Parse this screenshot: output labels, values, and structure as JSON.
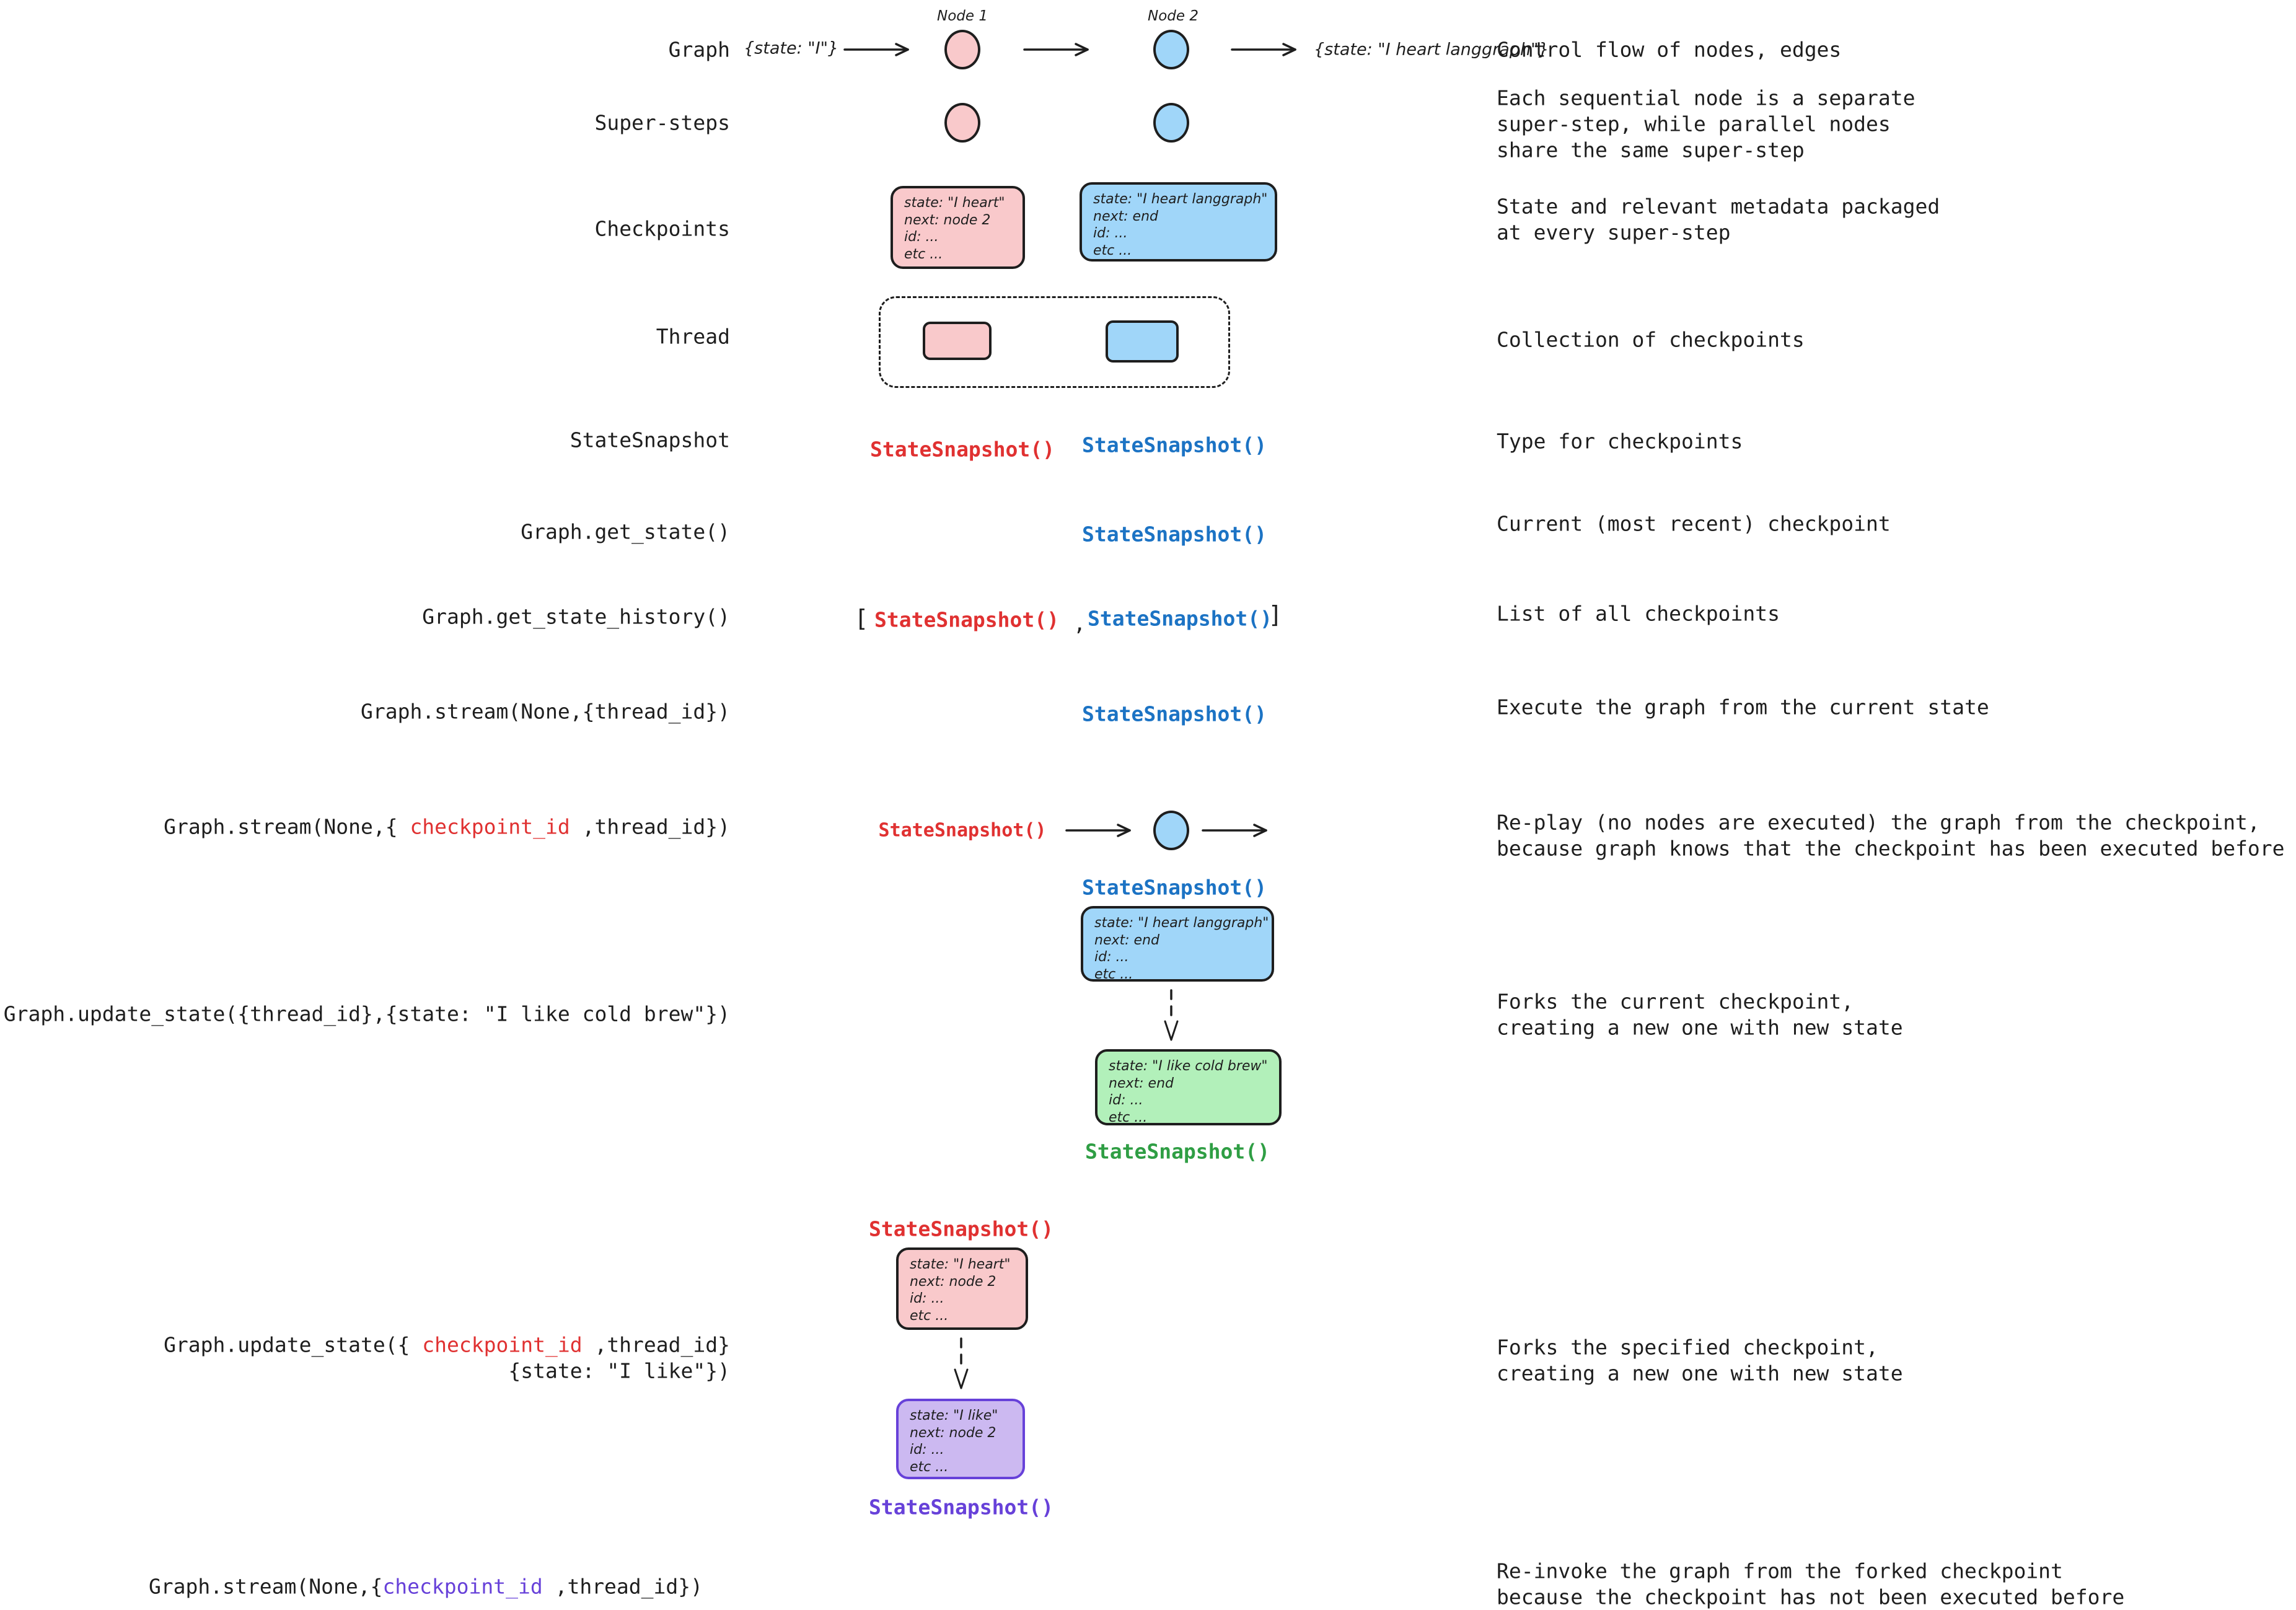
{
  "palette": {
    "ink": "#1e1e1e",
    "red": "#e03131",
    "blue": "#1c73c4",
    "green": "#2f9e44",
    "violet": "#6741d9",
    "pink_fill": "#f9c9cb",
    "blue_fill": "#a0d6f9",
    "green_fill": "#b2f0ba",
    "violet_fill": "#ccb9f1"
  },
  "diagram": {
    "graph": {
      "label": "Graph",
      "node1": "Node 1",
      "node2": "Node 2",
      "input_state": "{state: \"I\"}",
      "output_state": "{state: \"I heart langgraph\"}",
      "desc": "Control flow of nodes, edges"
    },
    "super_steps": {
      "label": "Super-steps",
      "desc1": "Each sequential node is a separate",
      "desc2": "super-step, while parallel nodes",
      "desc3": "share the same super-step"
    },
    "checkpoints": {
      "label": "Checkpoints",
      "pink": {
        "l1": "state: \"I heart\"",
        "l2": "next: node 2",
        "l3": "id: ...",
        "l4": "etc ..."
      },
      "blue": {
        "l1": "state: \"I heart langgraph\"",
        "l2": "next: end",
        "l3": "id: ...",
        "l4": "etc ..."
      },
      "desc1": "State and relevant metadata packaged",
      "desc2": "at every super-step"
    },
    "thread": {
      "label": "Thread",
      "desc": "Collection of checkpoints"
    },
    "state_snapshot": {
      "label": "StateSnapshot",
      "red_call": "StateSnapshot()",
      "blue_call": "StateSnapshot()",
      "desc": "Type for checkpoints"
    },
    "get_state": {
      "label": "Graph.get_state()",
      "call": "StateSnapshot()",
      "desc": "Current (most recent) checkpoint"
    },
    "get_state_history": {
      "label": "Graph.get_state_history()",
      "open": "[",
      "red_call": "StateSnapshot()",
      "comma": ",",
      "blue_call": "StateSnapshot()",
      "close": "]",
      "desc": "List of all checkpoints"
    },
    "stream_none": {
      "label": "Graph.stream(None,{thread_id})",
      "call": "StateSnapshot()",
      "desc": "Execute the graph from the current state"
    },
    "stream_replay": {
      "label_pre": "Graph.stream(None,{ ",
      "label_arg": "checkpoint_id",
      "label_post": " ,thread_id})",
      "call": "StateSnapshot()",
      "desc1": "Re-play (no nodes are executed) the graph from the checkpoint,",
      "desc2": "because graph knows that the checkpoint has been executed before"
    },
    "fork_current": {
      "label": "Graph.update_state({thread_id},{state: \"I like cold brew\"})",
      "top_call": "StateSnapshot()",
      "blue": {
        "l1": "state: \"I heart langgraph\"",
        "l2": "next: end",
        "l3": "id: ...",
        "l4": "etc ..."
      },
      "green": {
        "l1": "state: \"I like cold brew\"",
        "l2": "next: end",
        "l3": "id: ...",
        "l4": "etc ..."
      },
      "bottom_call": "StateSnapshot()",
      "desc1": "Forks the current checkpoint,",
      "desc2": "creating a new one with new state"
    },
    "fork_specified": {
      "label_pre": "Graph.update_state({ ",
      "label_arg": "checkpoint_id",
      "label_post": " ,thread_id}",
      "label_line2": "{state: \"I like\"})",
      "top_call": "StateSnapshot()",
      "pink": {
        "l1": "state: \"I heart\"",
        "l2": "next: node 2",
        "l3": "id: ...",
        "l4": "etc ..."
      },
      "violet": {
        "l1": "state: \"I like\"",
        "l2": "next: node 2",
        "l3": "id: ...",
        "l4": "etc ..."
      },
      "bottom_call": "StateSnapshot()",
      "desc1": "Forks the specified checkpoint,",
      "desc2": "creating a new one with new state"
    },
    "stream_forked": {
      "label_pre": "Graph.stream(None,{",
      "label_arg": "checkpoint_id",
      "label_post": " ,thread_id})",
      "desc1": "Re-invoke the graph from the forked checkpoint",
      "desc2": "because the checkpoint has not been executed before"
    }
  }
}
